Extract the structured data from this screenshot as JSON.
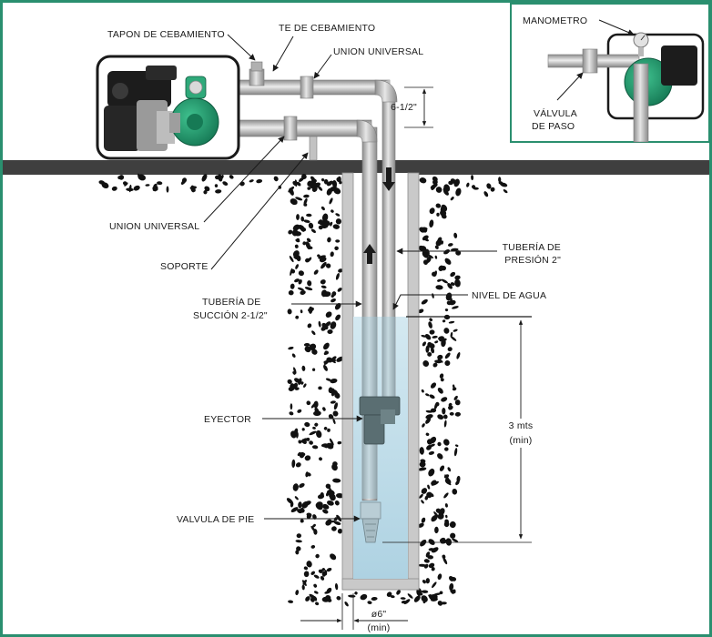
{
  "colors": {
    "frame": "#2a8f6f",
    "ground": "#3f3f3f",
    "casing": "#c9c9c9",
    "water": "#bfdde9",
    "pump_green": "#1f9a6e",
    "engine": "#1c1c1c"
  },
  "labels": {
    "tapon_cebamiento": "TAPON DE CEBAMIENTO",
    "te_cebamiento": "TE DE CEBAMIENTO",
    "union_universal_top": "UNION UNIVERSAL",
    "dimension_6_12": "6-1/2\"",
    "union_universal_left": "UNION UNIVERSAL",
    "soporte": "SOPORTE",
    "tuberia_presion_1": "TUBERÍA DE",
    "tuberia_presion_2": "PRESIÓN 2\"",
    "tuberia_succion_1": "TUBERÍA DE",
    "tuberia_succion_2": "SUCCIÓN 2-1/2\"",
    "nivel_agua": "NIVEL DE AGUA",
    "eyector": "EYECTOR",
    "valvula_pie": "VALVULA DE PIE",
    "depth_value": "3 mts",
    "depth_min": "(min)",
    "diameter_value": "ø6\"",
    "diameter_min": "(min)"
  },
  "inset": {
    "manometro": "MANOMETRO",
    "valvula_paso_1": "VÁLVULA",
    "valvula_paso_2": "DE PASO"
  },
  "icons": {
    "engine": "gasoline-engine",
    "pump": "centrifugal-pump",
    "gauge": "pressure-gauge"
  }
}
